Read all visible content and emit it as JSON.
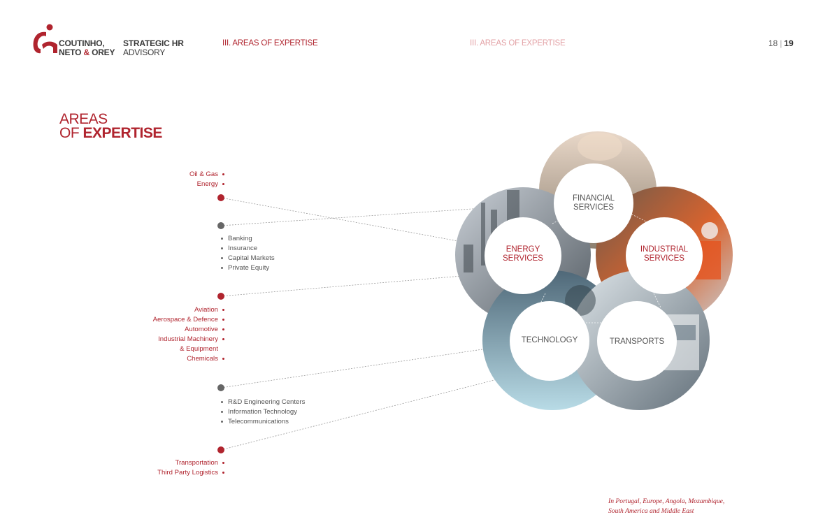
{
  "header": {
    "brand_line1": "COUTINHO,",
    "brand_line2_a": "NETO",
    "brand_line2_amp": "&",
    "brand_line2_b": "OREY",
    "strategic_line1": "STRATEGIC HR",
    "strategic_line2": "ADVISORY",
    "section_left": "III. AREAS OF EXPERTISE",
    "section_right": "III. AREAS OF EXPERTISE",
    "page_left": "18",
    "page_sep": "|",
    "page_right": "19"
  },
  "title": {
    "line1": "AREAS",
    "line2_prefix": "OF",
    "line2_bold": "EXPERTISE"
  },
  "groups": {
    "energy": [
      "Oil & Gas",
      "Energy"
    ],
    "financial": [
      "Banking",
      "Insurance",
      "Capital Markets",
      "Private Equity"
    ],
    "industrial": [
      "Aviation",
      "Aerospace & Defence",
      "Automotive",
      "Industrial Machinery",
      "& Equipment",
      "Chemicals"
    ],
    "technology": [
      "R&D Engineering Centers",
      "Information Technology",
      "Telecommunications"
    ],
    "transports": [
      "Transportation",
      "Third Party Logistics"
    ]
  },
  "circles": {
    "financial": [
      "FINANCIAL",
      "SERVICES"
    ],
    "energy": [
      "ENERGY",
      "SERVICES"
    ],
    "industrial": [
      "INDUSTRIAL",
      "SERVICES"
    ],
    "technology": [
      "TECHNOLOGY"
    ],
    "transports": [
      "TRANSPORTS"
    ]
  },
  "footer": {
    "line1": "In Portugal, Europe, Angola, Mozambique,",
    "line2": "South America and Middle East"
  },
  "colors": {
    "accent": "#b0242e",
    "text_grey": "#555555",
    "connector": "#999999"
  }
}
